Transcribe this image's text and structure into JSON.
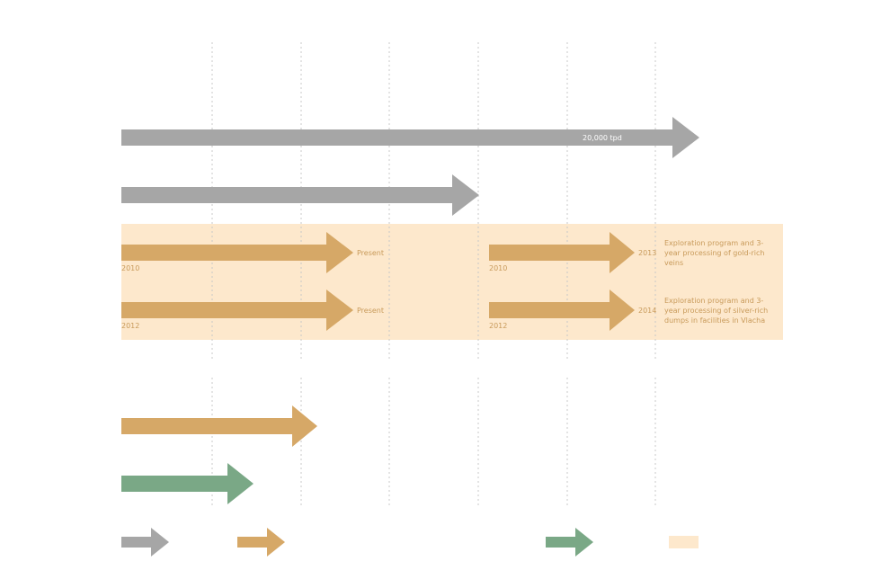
{
  "colors": {
    "grey": "#a6a6a6",
    "gold": "#d6a867",
    "green": "#7aa886",
    "band": "#fde8cc",
    "grid": "#c8c8c8",
    "text_gold": "#c89a5a"
  },
  "rows": {
    "grey_long": {
      "label": "20,000 tpd"
    },
    "gold_a_left": {
      "start": "2010",
      "end": "Present"
    },
    "gold_a_right": {
      "start": "2010",
      "end": "2013",
      "note_lines": [
        "Exploration program and 3-",
        "year processing of gold-rich",
        "veins"
      ]
    },
    "gold_b_left": {
      "start": "2012",
      "end": "Present"
    },
    "gold_b_right": {
      "start": "2012",
      "end": "2014",
      "note_lines": [
        "Exploration program and 3-",
        "year processing of silver-rich",
        "dumps in facilities in Vlacha"
      ]
    }
  }
}
